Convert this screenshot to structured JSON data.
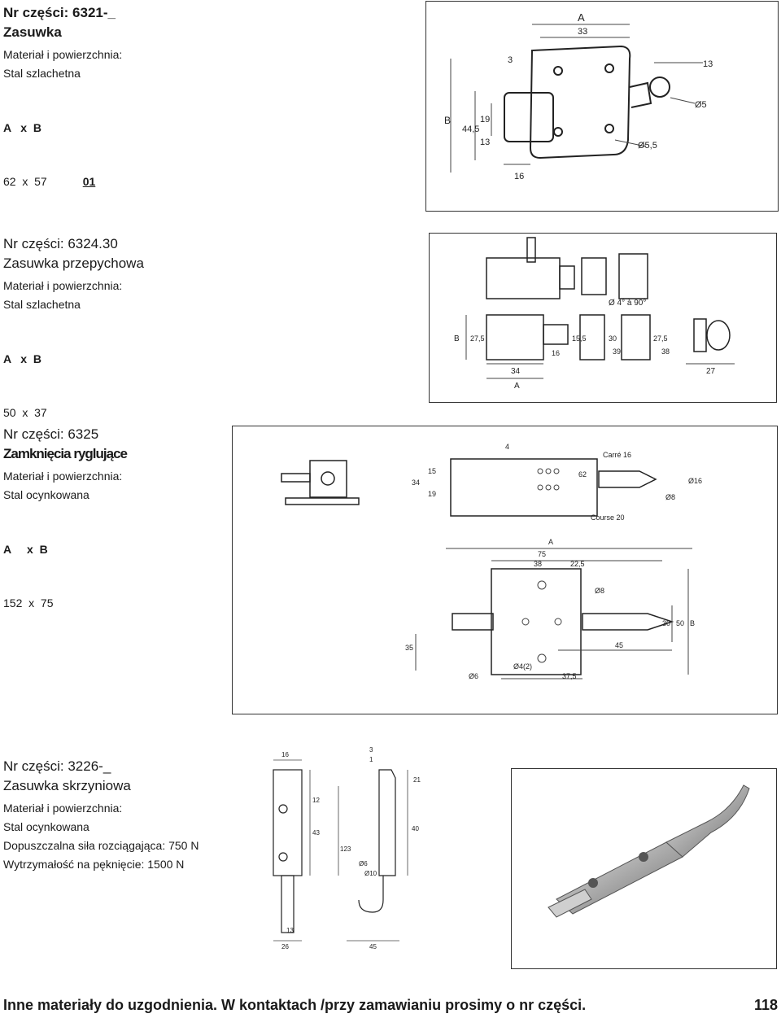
{
  "products": [
    {
      "part_no": "Nr części: 6321-_",
      "name": "Zasuwka",
      "material_label": "Materiał i powierzchnia:",
      "material": "Stal szlachetna",
      "dims_header": "A   x  B",
      "dims_value": "62  x  57",
      "code": "01",
      "drawing_labels": [
        "A",
        "33",
        "3",
        "13",
        "B",
        "44,5",
        "19",
        "13",
        "16",
        "Ø5",
        "Ø5,5"
      ]
    },
    {
      "part_no": "Nr części: 6324.30",
      "name": "Zasuwka przepychowa",
      "material_label": "Materiał i powierzchnia:",
      "material": "Stal szlachetna",
      "dims_header": "A   x  B",
      "dims_value": "50  x  37",
      "drawing_labels": [
        "Ø 4° à 90°",
        "B",
        "27,5",
        "34",
        "A",
        "16",
        "15,5",
        "30",
        "39",
        "27,5",
        "38",
        "27"
      ]
    },
    {
      "part_no": "Nr części: 6325",
      "name": "Zamknięcia ryglujące",
      "material_label": "Materiał i powierzchnia:",
      "material": "Stal ocynkowana",
      "dims_header": "A     x  B",
      "dims_value": "152  x  75",
      "drawing_labels": [
        "4",
        "Carré 16",
        "15",
        "34",
        "19",
        "62",
        "Ø16",
        "Ø8",
        "Course 20",
        "A",
        "75",
        "38",
        "22,5",
        "Ø8",
        "30",
        "50",
        "B",
        "35",
        "45",
        "Ø4(2)",
        "Ø6",
        "37,5"
      ]
    },
    {
      "part_no": "Nr części: 3226-_",
      "name": "Zasuwka skrzyniowa",
      "material_label": "Materiał i powierzchnia:",
      "material": "Stal ocynkowana",
      "force": "Dopuszczalna siła rozciągająca: 750 N",
      "strength": "Wytrzymałość na pęknięcie: 1500 N",
      "drawing_labels": [
        "16",
        "12",
        "43",
        "13",
        "26",
        "3",
        "1",
        "21",
        "40",
        "123",
        "Ø6",
        "Ø10",
        "45"
      ]
    }
  ],
  "footer": {
    "note": "Inne materiały do uzgodnienia. W kontaktach /przy zamawianiu prosimy o nr części.",
    "page_number": "118"
  }
}
